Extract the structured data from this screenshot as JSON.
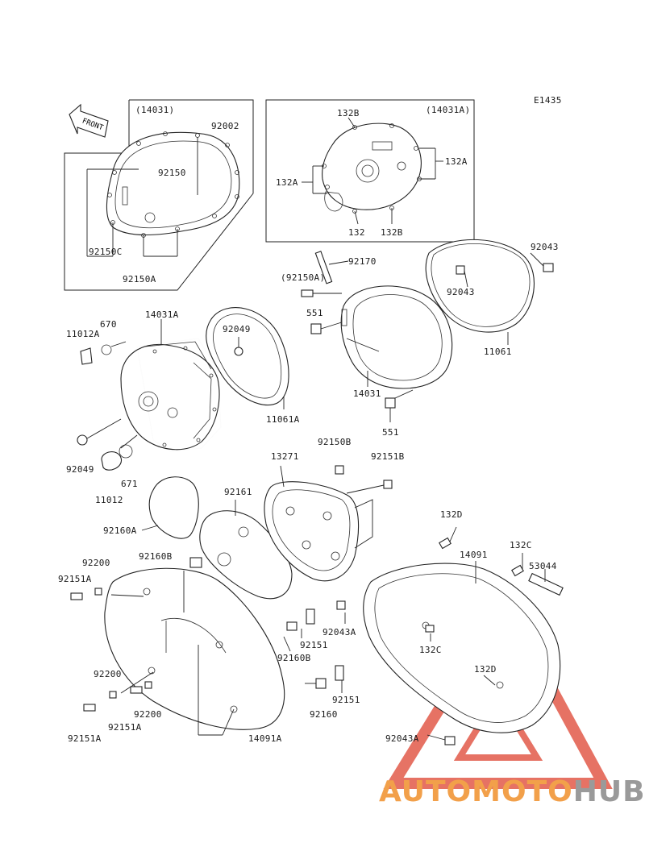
{
  "diagram_code": "E1435",
  "front_badge": "FRONT",
  "watermark": {
    "part1": "AUTOMOTO",
    "part2": "HUB"
  },
  "colors": {
    "watermark_red": "#e25a4a",
    "watermark_orange": "#f2a04a",
    "watermark_gray": "#9a9a9a"
  },
  "labels": {
    "box1_ref": "(14031)",
    "box1_92002": "92002",
    "box1_92150": "92150",
    "box1_92150C": "92150C",
    "box1_92150A": "92150A",
    "box2_ref": "(14031A)",
    "box2_132B_top": "132B",
    "box2_132A_right": "132A",
    "box2_132A_left": "132A",
    "box2_132": "132",
    "box2_132B_bottom": "132B",
    "p92170": "92170",
    "p92150A_paren": "(92150A)",
    "p551_top": "551",
    "p92043_top": "92043",
    "p92043_mid": "92043",
    "p11061": "11061",
    "p14031A": "14031A",
    "p670": "670",
    "p11012A": "11012A",
    "p92049_top": "92049",
    "p11061A": "11061A",
    "p14031": "14031",
    "p551_bottom": "551",
    "p92049_left": "92049",
    "p11012": "11012",
    "p671": "671",
    "p92150B": "92150B",
    "p13271": "13271",
    "p92151B": "92151B",
    "p92161": "92161",
    "p92160A": "92160A",
    "p132D_top": "132D",
    "p14091": "14091",
    "p132C_right": "132C",
    "p53044": "53044",
    "p92200_top": "92200",
    "p92160B_top": "92160B",
    "p92151A_top": "92151A",
    "p92043A_mid": "92043A",
    "p132C_mid": "132C",
    "p92151_mid": "92151",
    "p92160B_mid": "92160B",
    "p132D_mid": "132D",
    "p92200_left": "92200",
    "p92200_bottom": "92200",
    "p92151A_bottom_mid": "92151A",
    "p92151A_bottom_left": "92151A",
    "p92151_bottom": "92151",
    "p92160": "92160",
    "p14091A": "14091A",
    "p92043A_bottom": "92043A"
  }
}
